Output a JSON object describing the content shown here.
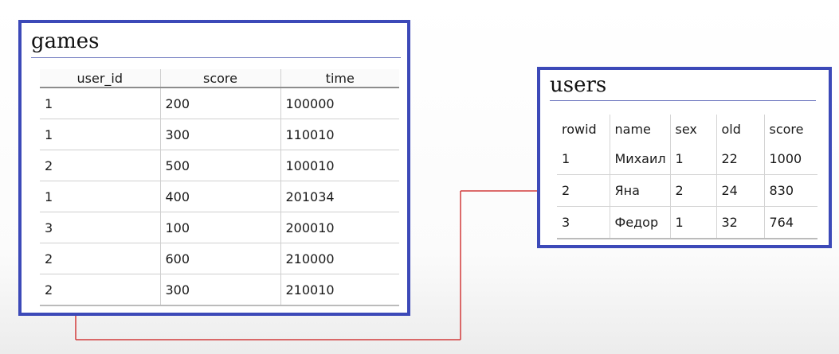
{
  "colors": {
    "panel_border": "#3c49b8",
    "connector_line": "#d23b3b"
  },
  "games": {
    "title": "games",
    "columns": [
      "user_id",
      "score",
      "time"
    ],
    "rows": [
      [
        "1",
        "200",
        "100000"
      ],
      [
        "1",
        "300",
        "110010"
      ],
      [
        "2",
        "500",
        "100010"
      ],
      [
        "1",
        "400",
        "201034"
      ],
      [
        "3",
        "100",
        "200010"
      ],
      [
        "2",
        "600",
        "210000"
      ],
      [
        "2",
        "300",
        "210010"
      ]
    ]
  },
  "users": {
    "title": "users",
    "columns": [
      "rowid",
      "name",
      "sex",
      "old",
      "score"
    ],
    "rows": [
      [
        "1",
        "Михаил",
        "1",
        "22",
        "1000"
      ],
      [
        "2",
        "Яна",
        "2",
        "24",
        "830"
      ],
      [
        "3",
        "Федор",
        "1",
        "32",
        "764"
      ]
    ]
  },
  "connectors": {
    "description_none": "",
    "from_games_rows": [
      2,
      5,
      6
    ],
    "to_users_row": 1
  }
}
